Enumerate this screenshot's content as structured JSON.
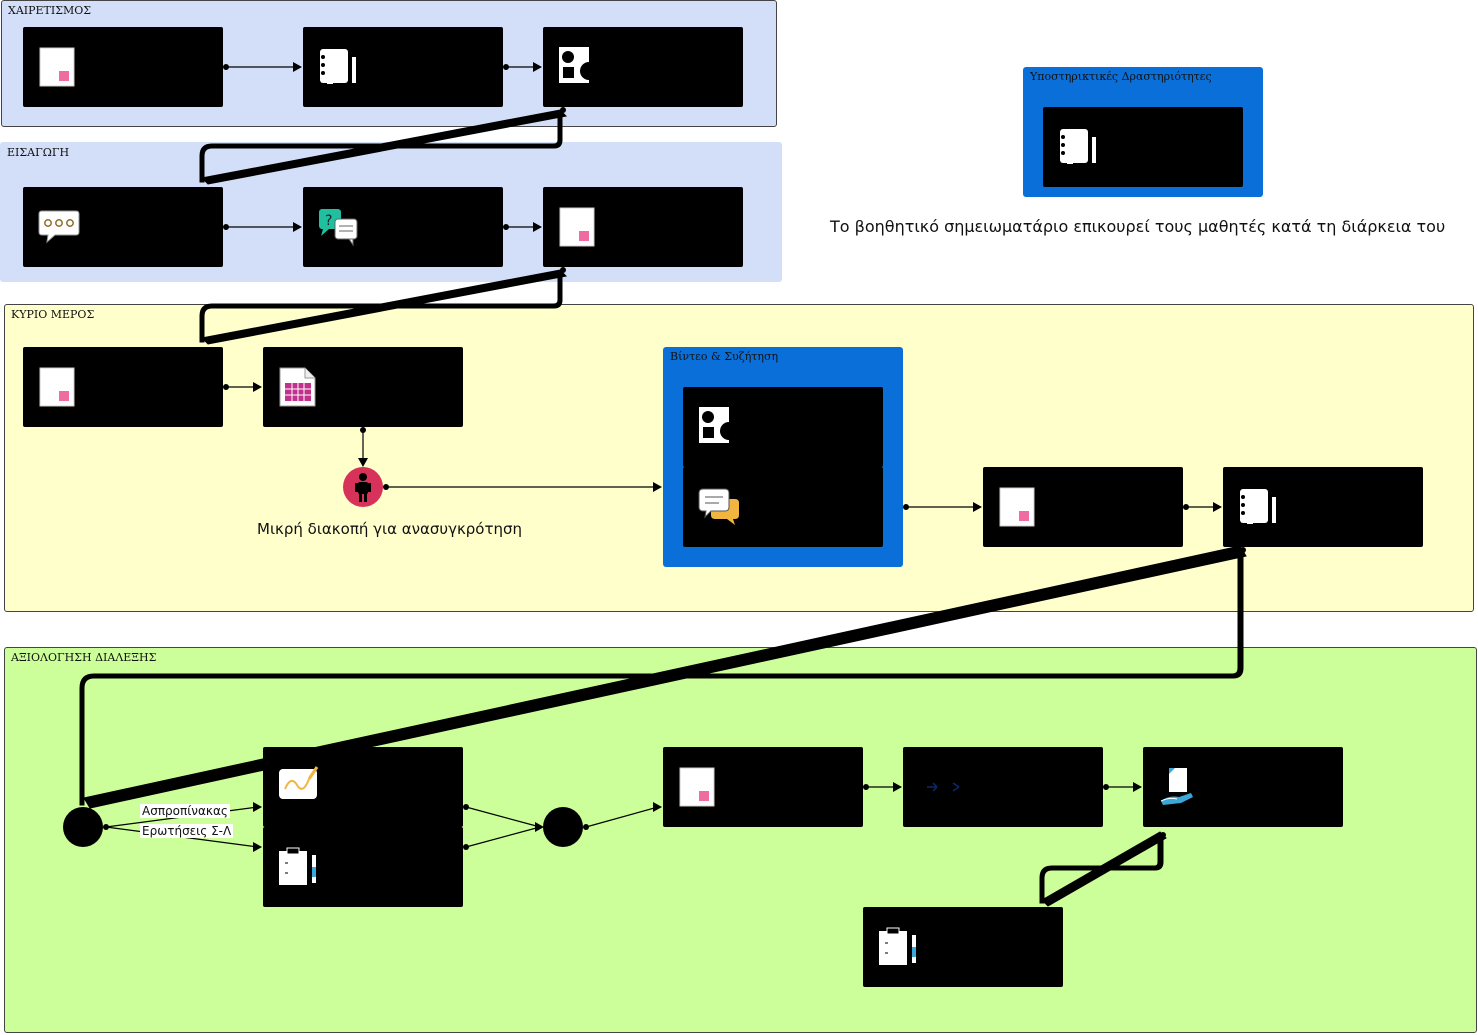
{
  "lanes": {
    "greeting": "ΧΑΙΡΕΤΙΣΜΟΣ",
    "intro": "ΕΙΣΑΓΩΓΗ",
    "main": "ΚΥΡΙΟ ΜΕΡΟΣ",
    "assessment": "ΑΞΙΟΛΟΓΗΣΗ ΔΙΑΛΕΞΗΣ"
  },
  "groups": {
    "support": "Υποστηρικτικές Δραστηριότητες",
    "video": "Βίντεο & Συζήτηση"
  },
  "labels": {
    "support_note": "Το βοηθητικό σημειωματάριο επικουρεί τους μαθητές κατά τη διάρκεια του",
    "break": "Μικρή διακοπή για ανασυγκρότηση",
    "whiteboard": "Ασπροπίνακας",
    "tf_questions": "Ερωτήσεις Σ-Λ"
  },
  "colors": {
    "lane_blue": "#d3dff8",
    "lane_yellow": "#ffffcc",
    "lane_green": "#ccff99",
    "group_blue": "#0a6fd8",
    "break_event": "#d6325a",
    "task_fill": "#000000"
  }
}
